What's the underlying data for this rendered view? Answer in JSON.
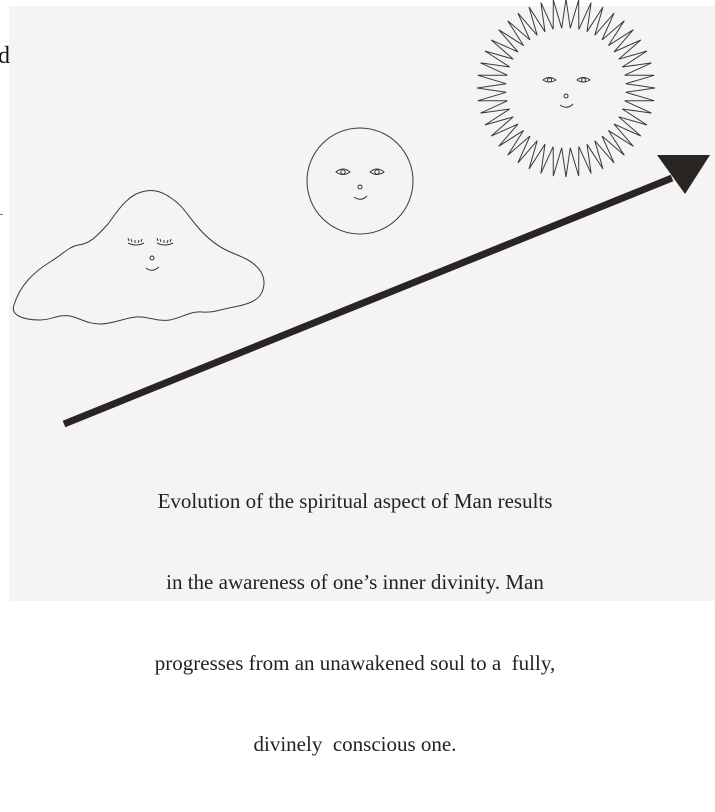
{
  "edge_text": "d",
  "caption": {
    "line1": "Evolution of the spiritual aspect of Man results",
    "line2": "in the awareness of one’s inner divinity. Man",
    "line3": "progresses from an unawakened soul to a  fully,",
    "line4": "divinely  conscious one."
  },
  "colors": {
    "background": "#f4f4f4",
    "line": "#333333",
    "arrow": "#2a2522",
    "text": "#222222"
  },
  "icons": [
    "cloud-soul-sleeping",
    "circle-soul-awake",
    "sun-soul-divine",
    "progress-arrow"
  ]
}
